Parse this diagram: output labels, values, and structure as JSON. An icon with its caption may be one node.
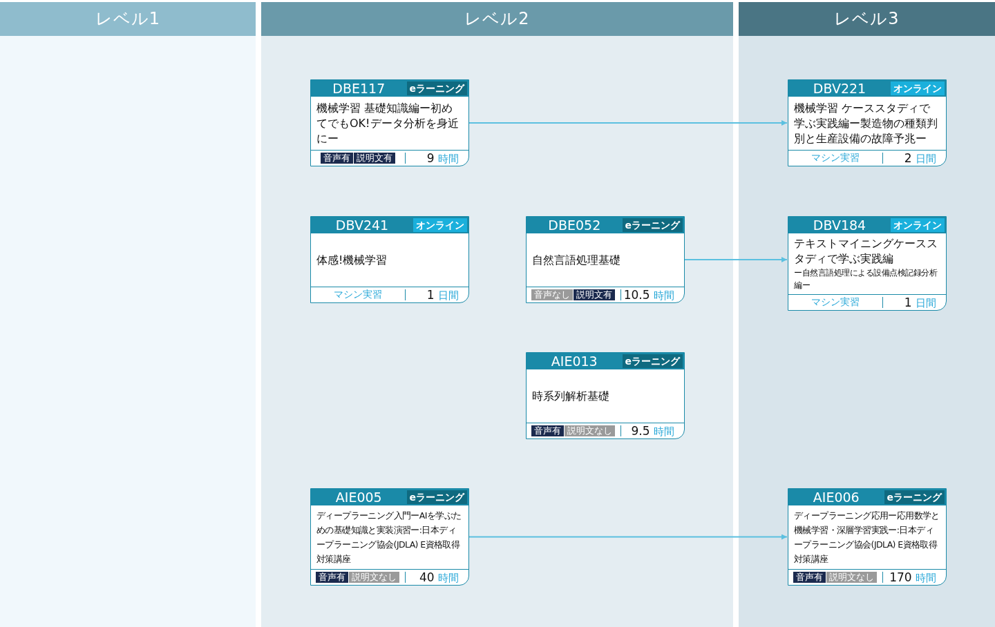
{
  "diagram": {
    "nodes": [
      {
        "text": [
          "レベル1"
        ]
      },
      {
        "text": [
          "レベル2"
        ]
      },
      {
        "text": [
          "レベル3"
        ]
      },
      {
        "text": [
          "DBE117",
          "eラーニング",
          "機械学習 基礎知識編ー初めてでもOK!データ分析を身近にー",
          "音声有",
          "説明文有",
          "9 時間"
        ],
        "in": 1
      },
      {
        "text": [
          "DBV221",
          "オンライン",
          "機械学習 ケーススタディで学ぶ実践編ー製造物の種類判別と生産設備の故障予兆ー",
          "マシン実習",
          "2 日間"
        ],
        "in": 2
      },
      {
        "text": [
          "DBV241",
          "オンライン",
          "体感!機械学習",
          "マシン実習",
          "1 日間"
        ],
        "in": 1
      },
      {
        "text": [
          "DBE052",
          "eラーニング",
          "自然言語処理基礎",
          "音声なし",
          "説明文有",
          "10.5 時間"
        ],
        "in": 1
      },
      {
        "text": [
          "DBV184",
          "オンライン",
          "テキストマイニングケーススタディで学ぶ実践編",
          "ー自然言語処理による設備点検記録分析編ー",
          "マシン実習",
          "1 日間"
        ],
        "in": 2
      },
      {
        "text": [
          "AIE013",
          "eラーニング",
          "時系列解析基礎",
          "音声有",
          "説明文なし",
          "9.5 時間"
        ],
        "in": 1
      },
      {
        "text": [
          "AIE005",
          "eラーニング",
          "ディープラーニング入門ーAIを学ぶための基礎知識と実装演習ー:日本ディープラーニング協会(JDLA) E資格取得対策講座",
          "音声有",
          "説明文なし",
          "40 時間"
        ],
        "in": 1
      },
      {
        "text": [
          "AIE006",
          "eラーニング",
          "ディープラーニング応用ー応用数学と機械学習・深層学習実践ー:日本ディープラーニング協会(JDLA) E資格取得対策講座",
          "音声有",
          "説明文なし",
          "170 時間"
        ],
        "in": 2
      }
    ],
    "edges": [
      {
        "from": 3,
        "to": 4,
        "arrow": "to"
      },
      {
        "from": 6,
        "to": 7,
        "arrow": "to"
      },
      {
        "from": 9,
        "to": 10,
        "arrow": "to"
      }
    ]
  }
}
